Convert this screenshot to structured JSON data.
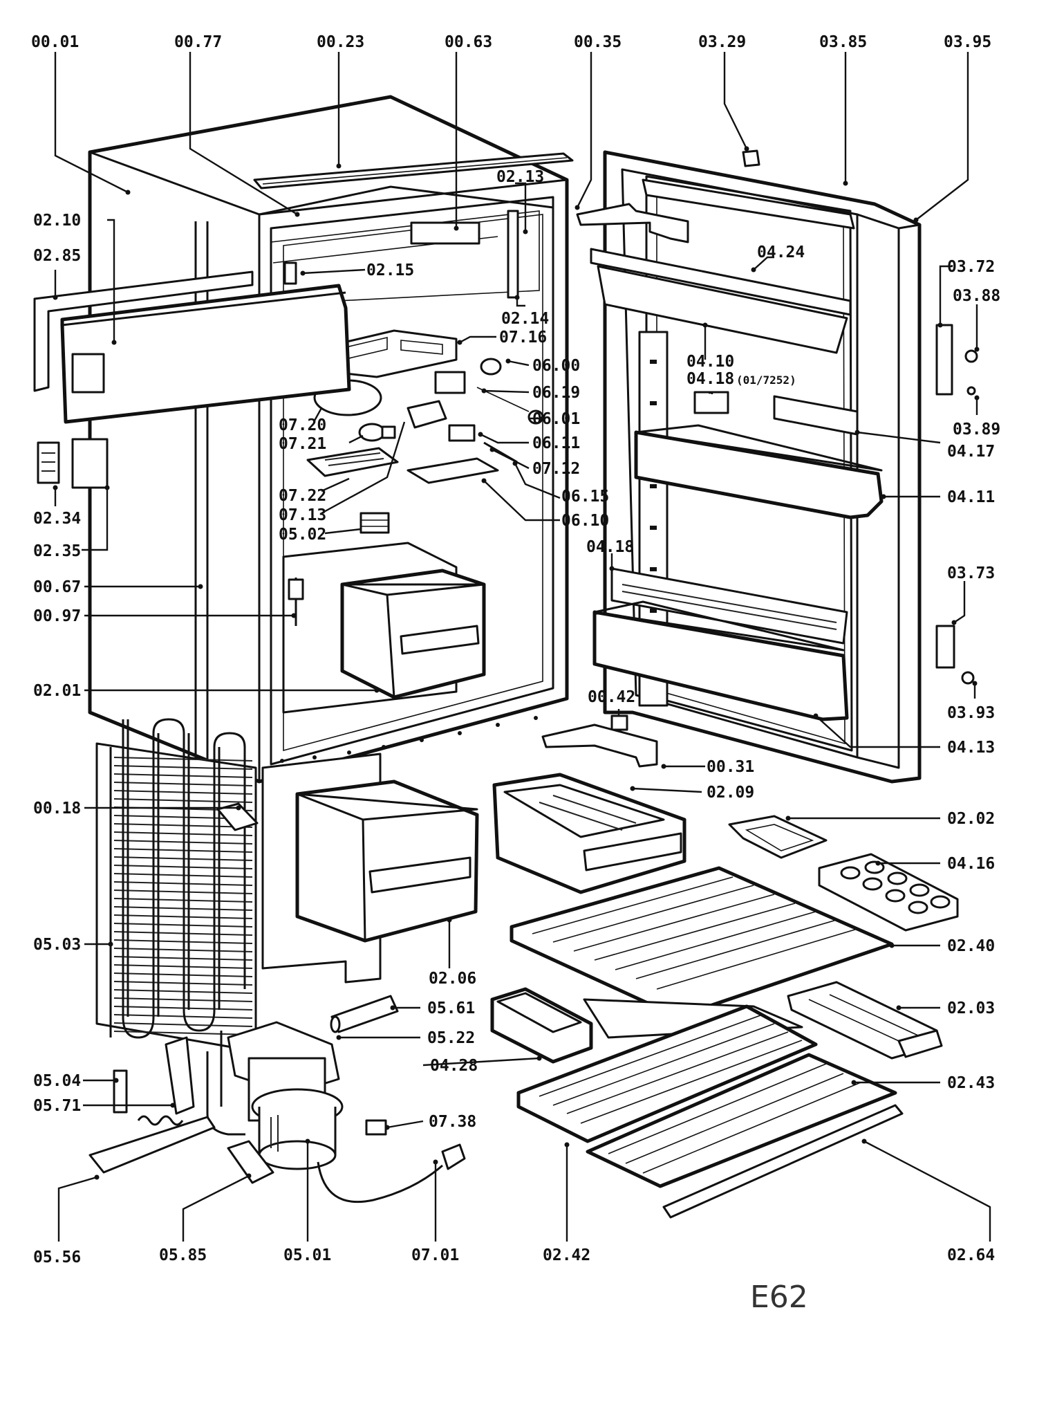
{
  "diagram": {
    "drawing_code": "E62",
    "callouts": {
      "p0001": "00.01",
      "p0077": "00.77",
      "p0023": "00.23",
      "p0063": "00.63",
      "p0035": "00.35",
      "p0329": "03.29",
      "p0385": "03.85",
      "p0395": "03.95",
      "p0210": "02.10",
      "p0285": "02.85",
      "p0213": "02.13",
      "p0215": "02.15",
      "p0214": "02.14",
      "p0716": "07.16",
      "p0600": "06.00",
      "p0619": "06.19",
      "p0601": "06.01",
      "p0611": "06.11",
      "p0712": "07.12",
      "p0615": "06.15",
      "p0610": "06.10",
      "p0720": "07.20",
      "p0721": "07.21",
      "p0722": "07.22",
      "p0713": "07.13",
      "p0502": "05.02",
      "p0234": "02.34",
      "p0235": "02.35",
      "p0067": "00.67",
      "p0097": "00.97",
      "p0201": "02.01",
      "p0424": "04.24",
      "p0410": "04.10",
      "p0418a": "04.18",
      "p0418a_note": "(01/7252)",
      "p0417": "04.17",
      "p0411": "04.11",
      "p0418b": "04.18",
      "p0372": "03.72",
      "p0388": "03.88",
      "p0389": "03.89",
      "p0373": "03.73",
      "p0393": "03.93",
      "p0413": "04.13",
      "p0042": "00.42",
      "p0031": "00.31",
      "p0209": "02.09",
      "p0202": "02.02",
      "p0416": "04.16",
      "p0018": "00.18",
      "p0503": "05.03",
      "p0206": "02.06",
      "p0240": "02.40",
      "p0561": "05.61",
      "p0203": "02.03",
      "p0522": "05.22",
      "p0428": "04.28",
      "p0504": "05.04",
      "p0571": "05.71",
      "p0243": "02.43",
      "p0738": "07.38",
      "p0556": "05.56",
      "p0585": "05.85",
      "p0501": "05.01",
      "p0701": "07.01",
      "p0242": "02.42",
      "p0264": "02.64"
    }
  }
}
